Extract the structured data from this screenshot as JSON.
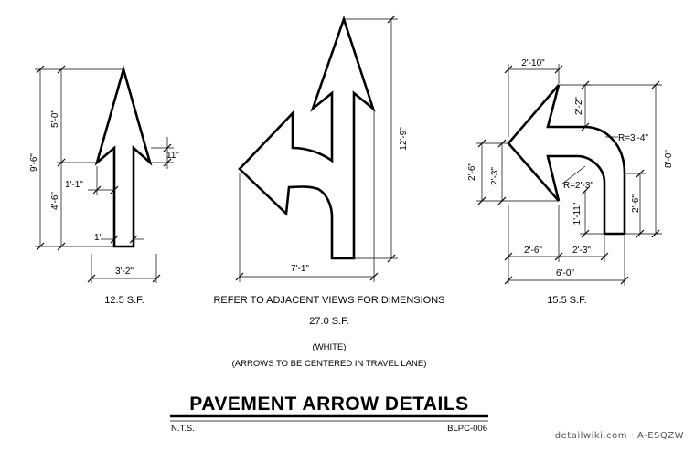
{
  "drawing": {
    "title": "PAVEMENT ARROW DETAILS",
    "scale_note": "N.T.S.",
    "drawing_number": "BLPC-006",
    "color_note": "(WHITE)",
    "placement_note": "(ARROWS TO BE CENTERED IN TRAVEL LANE)",
    "watermark": "detailwiki.com · A-ESQZW"
  },
  "through_arrow": {
    "area": "12.5 S.F.",
    "dims": {
      "total_height": "9'-6\"",
      "head_height": "5'-0\"",
      "shaft_height": "4'-6\"",
      "barb": "11\"",
      "head_offset": "1'-1\"",
      "shaft_width": "1'",
      "overall_width": "3'-2\""
    }
  },
  "combo_arrow": {
    "note": "REFER TO ADJACENT VIEWS FOR DIMENSIONS",
    "area": "27.0 S.F.",
    "dims": {
      "total_height": "12'-9\"",
      "overall_width": "7'-1\""
    }
  },
  "turn_arrow": {
    "area": "15.5 S.F.",
    "dims": {
      "head_width": "2'-10\"",
      "upper_barb": "2'-2\"",
      "outer_radius": "R=3'-4\"",
      "inner_radius": "R=2'-3\"",
      "head_height": "2'-6\"",
      "head_inner": "2'-3\"",
      "total_height": "8'-0\"",
      "shaft_length": "2'-6\"",
      "inner_height": "1'-11\"",
      "bottom_left": "2'-6\"",
      "bottom_right": "2'-3\"",
      "overall_width": "6'-0\""
    }
  }
}
